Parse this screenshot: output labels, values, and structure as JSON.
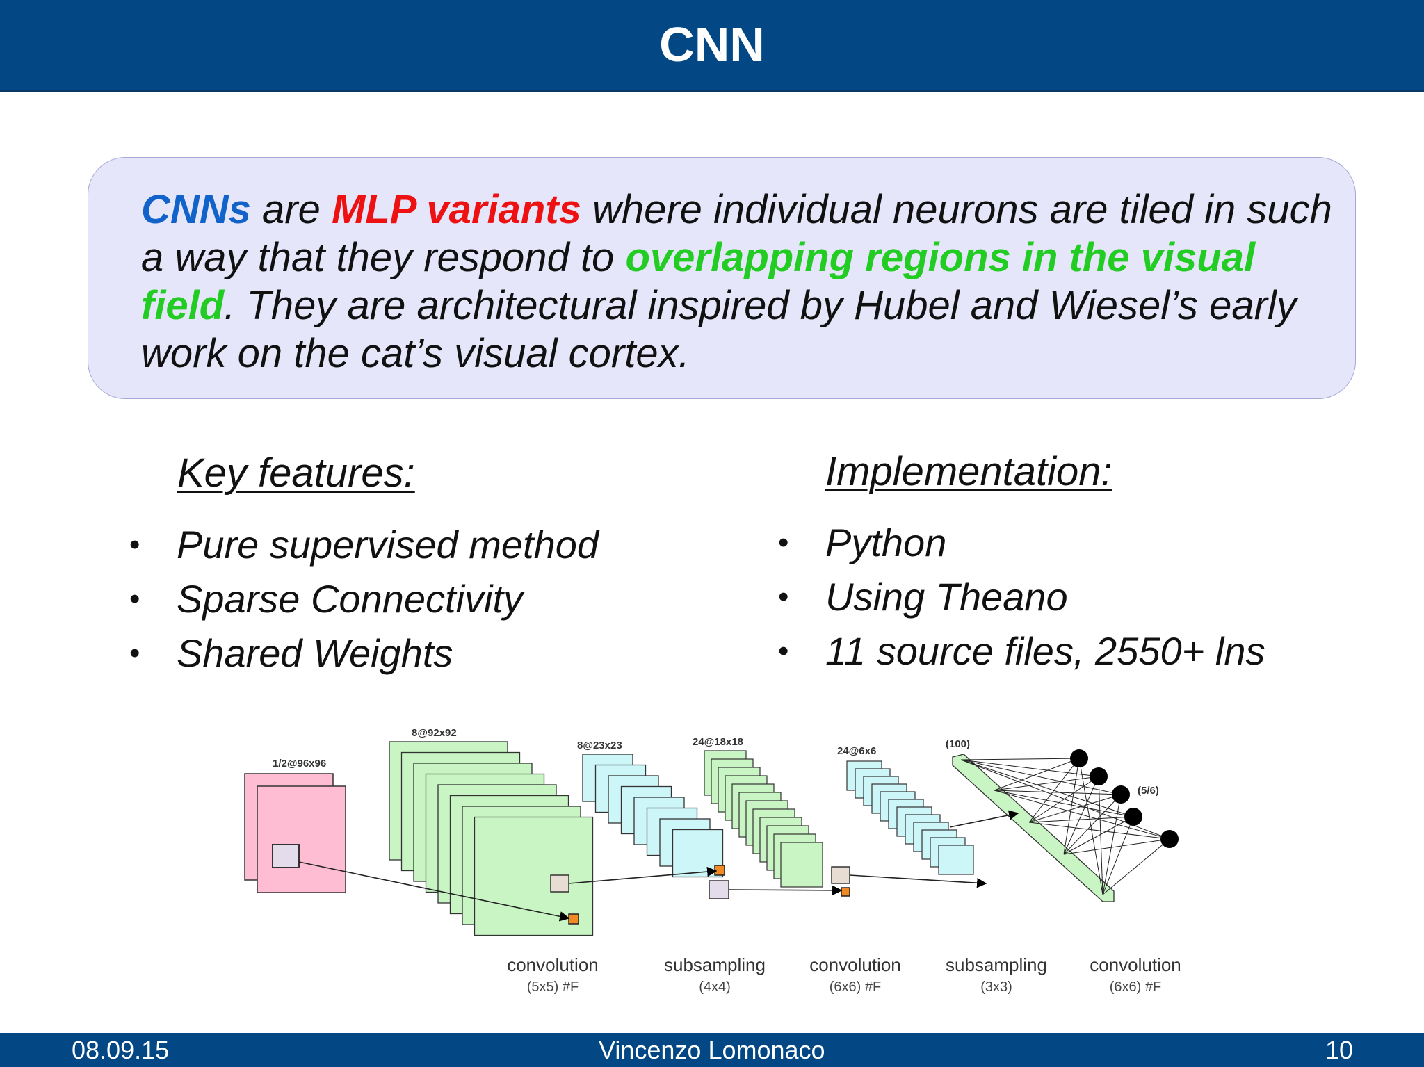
{
  "slide": {
    "title": "CNN"
  },
  "callout": {
    "p1": "CNNs",
    "p2": " are ",
    "p3": "MLP variants",
    "p4": " where individual neurons are tiled in such a way that they respond to ",
    "p5": "overlapping regions in the visual field",
    "p6": ". They are architectural inspired by Hubel and Wiesel’s early work on the cat’s visual cortex."
  },
  "key_features": {
    "heading": "Key features:",
    "items": [
      "Pure supervised method",
      "Sparse Connectivity",
      "Shared Weights"
    ]
  },
  "implementation": {
    "heading": "Implementation:",
    "items": [
      "Python",
      "Using Theano",
      "11 source files, 2550+ lns"
    ]
  },
  "bullet_glyph": "•",
  "diagram": {
    "layer_labels": [
      "1/2@96x96",
      "8@92x92",
      "8@23x23",
      "24@18x18",
      "24@6x6",
      "(100)",
      "(5/6)"
    ],
    "op_labels": [
      {
        "name": "convolution",
        "params": "(5x5) #F"
      },
      {
        "name": "subsampling",
        "params": "(4x4)"
      },
      {
        "name": "convolution",
        "params": "(6x6) #F"
      },
      {
        "name": "subsampling",
        "params": "(3x3)"
      },
      {
        "name": "convolution",
        "params": "(6x6) #F"
      }
    ]
  },
  "footer": {
    "date": "08.09.15",
    "author": "Vincenzo Lomonaco",
    "page": "10"
  },
  "colors": {
    "header_bg": "#034785",
    "callout_bg": "#e6e6fb",
    "accent_blue": "#1162c9",
    "accent_red": "#ee1111",
    "accent_green": "#22cc22",
    "input_pink": "#ffbdd3",
    "conv_green": "#c8f5c3",
    "pool_cyan": "#cdf6f9"
  }
}
